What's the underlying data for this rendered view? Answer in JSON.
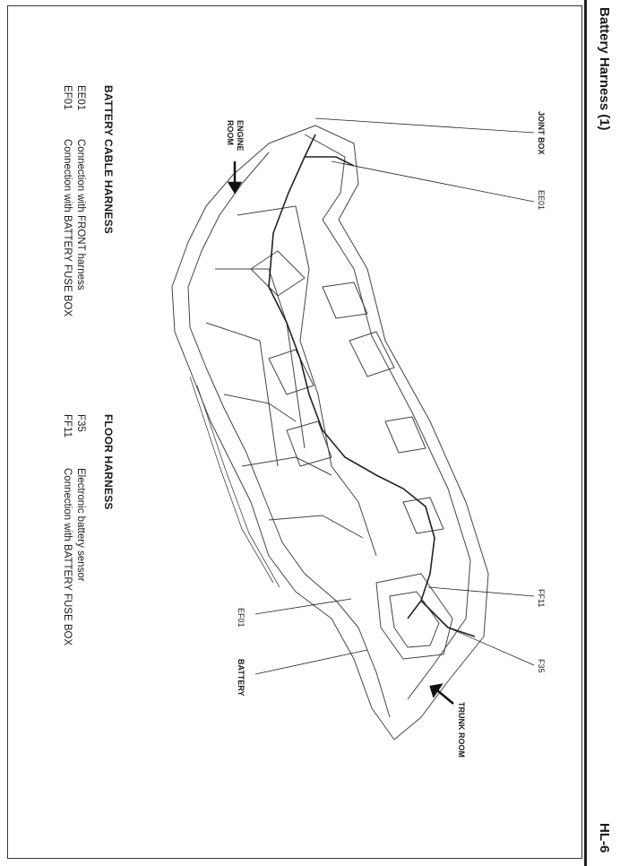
{
  "header": {
    "title": "Battery Harness (1)",
    "page_number": "HL-6"
  },
  "sections": [
    {
      "title": "BATTERY CABLE HARNESS",
      "items": [
        {
          "code": "EE01",
          "description": "Connection with FRONT harness"
        },
        {
          "code": "EF01",
          "description": "Connection with BATTERY FUSE BOX"
        }
      ]
    },
    {
      "title": "FLOOR HARNESS",
      "items": [
        {
          "code": "F35",
          "description": "Electronic battery sensor"
        },
        {
          "code": "FF11",
          "description": "Connection with BATTERY FUSE BOX"
        }
      ]
    }
  ],
  "diagram": {
    "labels": {
      "joint_box": "JOINT BOX",
      "ee01": "EE01",
      "engine_room_line1": "ENGINE",
      "engine_room_line2": "ROOM",
      "ff11": "FF11",
      "f35": "F35",
      "ef01": "EF01",
      "battery": "BATTERY",
      "trunk_room": "TRUNK ROOM"
    }
  }
}
